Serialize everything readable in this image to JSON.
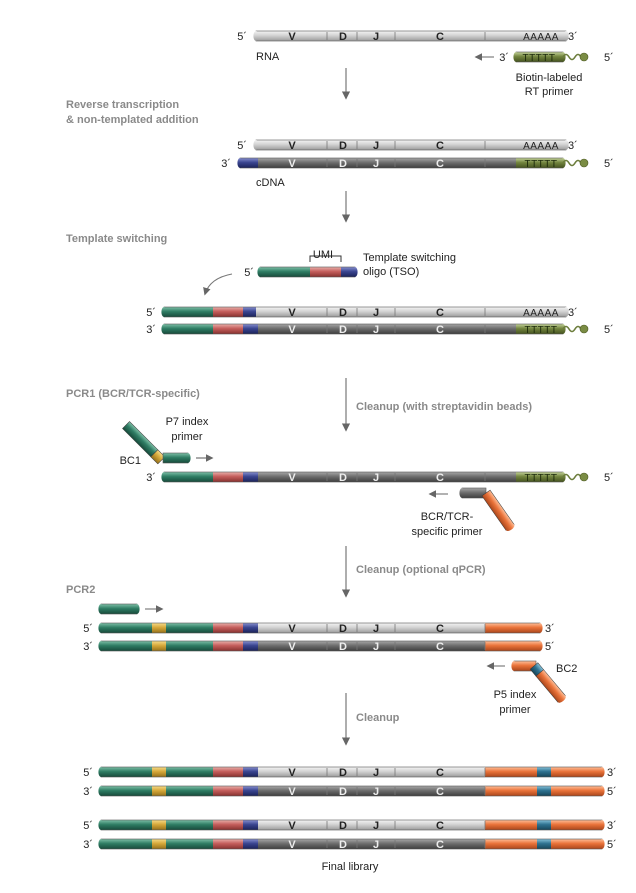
{
  "labels": {
    "five_prime": "5´",
    "three_prime": "3´",
    "rna": "RNA",
    "biotin_line1": "Biotin-labeled",
    "biotin_line2": "RT primer",
    "cdna": "cDNA",
    "umi": "UMI",
    "tso_line1": "Template switching",
    "tso_line2": "oligo (TSO)",
    "p7_line1": "P7 index",
    "p7_line2": "primer",
    "bc1": "BC1",
    "bcr_line1": "BCR/TCR-",
    "bcr_line2": "specific primer",
    "bc2": "BC2",
    "p5_line1": "P5 index",
    "p5_line2": "primer",
    "final_library": "Final library"
  },
  "segments": {
    "v": "V",
    "d": "D",
    "j": "J",
    "c": "C",
    "polya": "AAAAA",
    "polyt": "TTTTT"
  },
  "steps": {
    "rt_line1": "Reverse transcription",
    "rt_line2": "& non-templated addition",
    "template_switching": "Template switching",
    "pcr1": "PCR1 (BCR/TCR-specific)",
    "cleanup_streptavidin": "Cleanup (with streptavidin beads)",
    "pcr2": "PCR2",
    "cleanup_qpcr": "Cleanup (optional qPCR)",
    "cleanup": "Cleanup"
  },
  "colors": {
    "rna": "#c8c8c8",
    "cdna": "#6d6d6d",
    "tso_green": "#2e7a63",
    "umi_red": "#c05c5c",
    "adapter_blue": "#36418c",
    "barcode_yellow": "#d4a73a",
    "primer_orange": "#e8703a",
    "biotin_olive": "#6c7d3c",
    "bc2_teal": "#2f6f8a"
  }
}
